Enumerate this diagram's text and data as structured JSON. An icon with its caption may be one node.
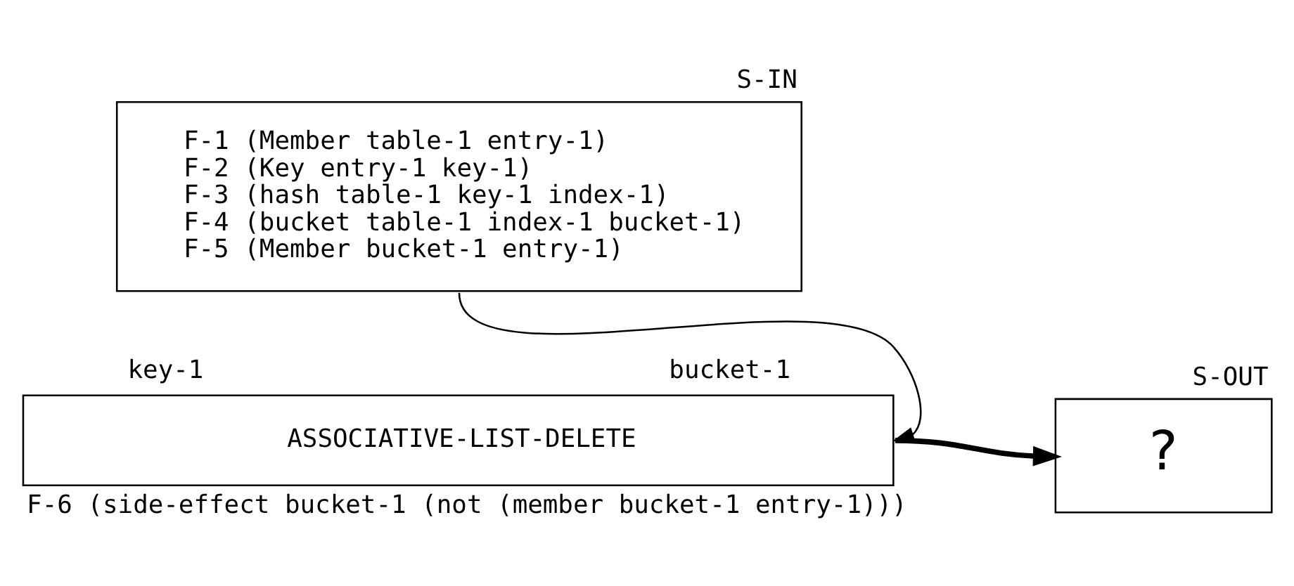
{
  "diagram": {
    "nodes": [
      {
        "text": [
          "S-IN",
          "F-1 (Member table-1 entry-1)",
          "F-2 (Key entry-1 key-1)",
          "F-3 (hash table-1 key-1 index-1)",
          "F-4 (bucket table-1 index-1 bucket-1)",
          "F-5 (Member bucket-1 entry-1)"
        ]
      },
      {
        "text": [
          "ASSOCIATIVE-LIST-DELETE"
        ],
        "beside": [
          "key-1",
          "bucket-1",
          "F-6 (side-effect bucket-1 (not (member bucket-1 entry-1)))"
        ]
      },
      {
        "text": [
          "S-OUT",
          "?"
        ]
      }
    ],
    "edges": [
      {
        "from": 0,
        "to": 1,
        "arrow": "to"
      },
      {
        "from": 1,
        "to": 2,
        "arrow": "to",
        "style": "thick"
      }
    ]
  }
}
